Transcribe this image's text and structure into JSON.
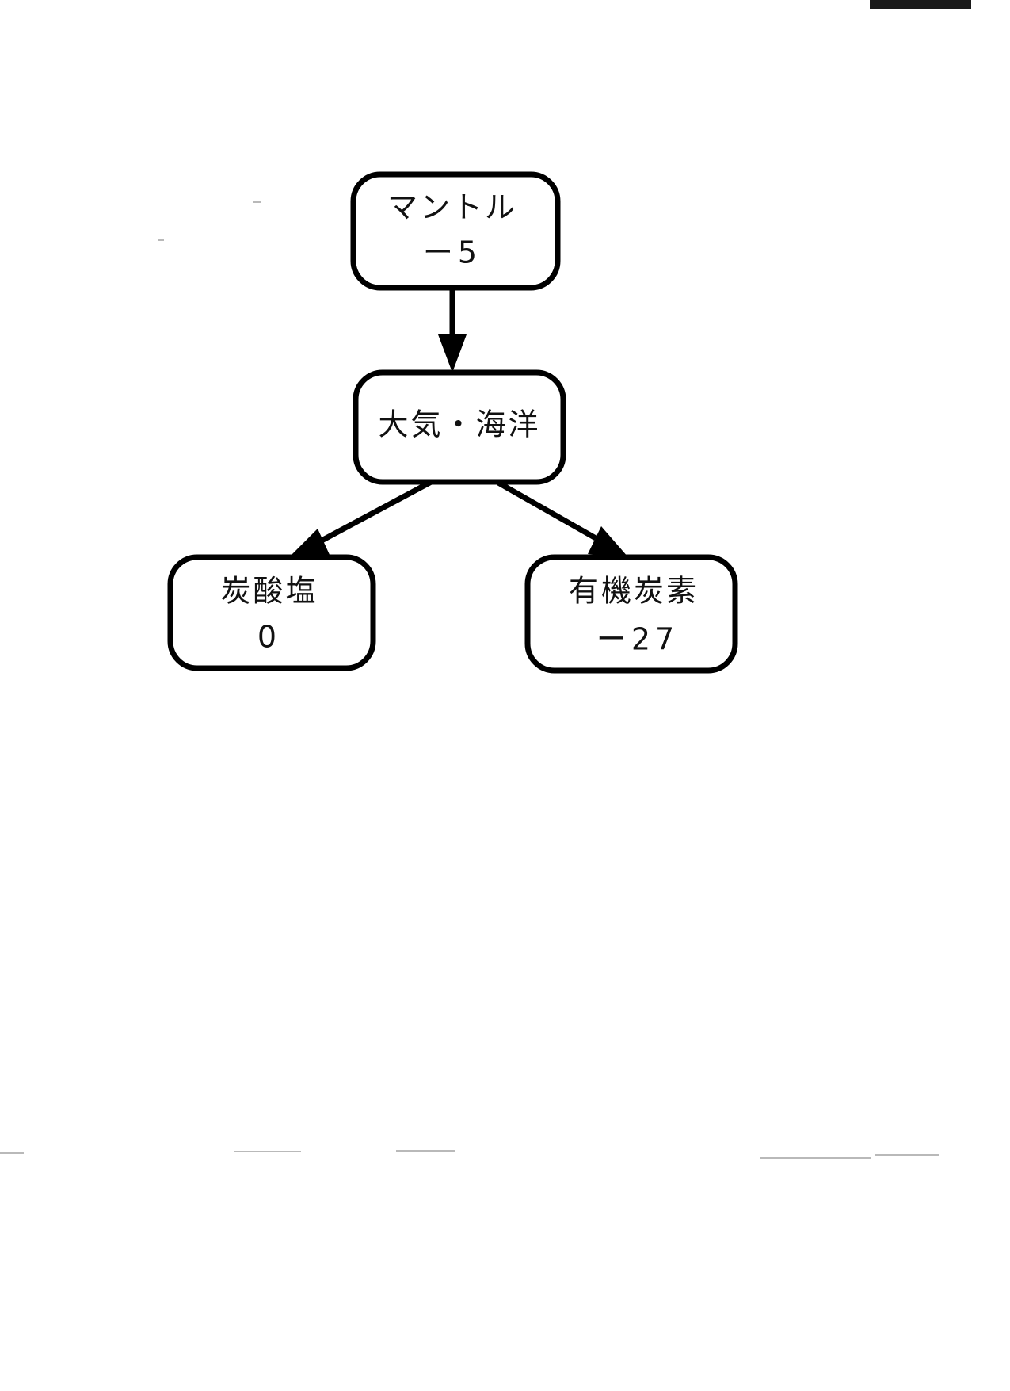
{
  "diagram": {
    "type": "flow-diagram",
    "background_color": "#ffffff",
    "stroke_color": "#000000",
    "nodes": [
      {
        "id": "mantle",
        "label": "マントル",
        "value": "ー5",
        "shape": "rounded-rectangle"
      },
      {
        "id": "atmosphere-ocean",
        "label": "大気・海洋",
        "value": "",
        "shape": "rounded-rectangle"
      },
      {
        "id": "carbonate",
        "label": "炭酸塩",
        "value": "0",
        "shape": "rounded-rectangle"
      },
      {
        "id": "organic-carbon",
        "label": "有機炭素",
        "value": "ー27",
        "shape": "rounded-rectangle"
      }
    ],
    "edges": [
      {
        "from": "mantle",
        "to": "atmosphere-ocean",
        "style": "solid-arrow",
        "direction": "down"
      },
      {
        "from": "atmosphere-ocean",
        "to": "carbonate",
        "style": "solid-arrow",
        "direction": "down-left"
      },
      {
        "from": "atmosphere-ocean",
        "to": "organic-carbon",
        "style": "solid-arrow",
        "direction": "down-right"
      }
    ]
  }
}
